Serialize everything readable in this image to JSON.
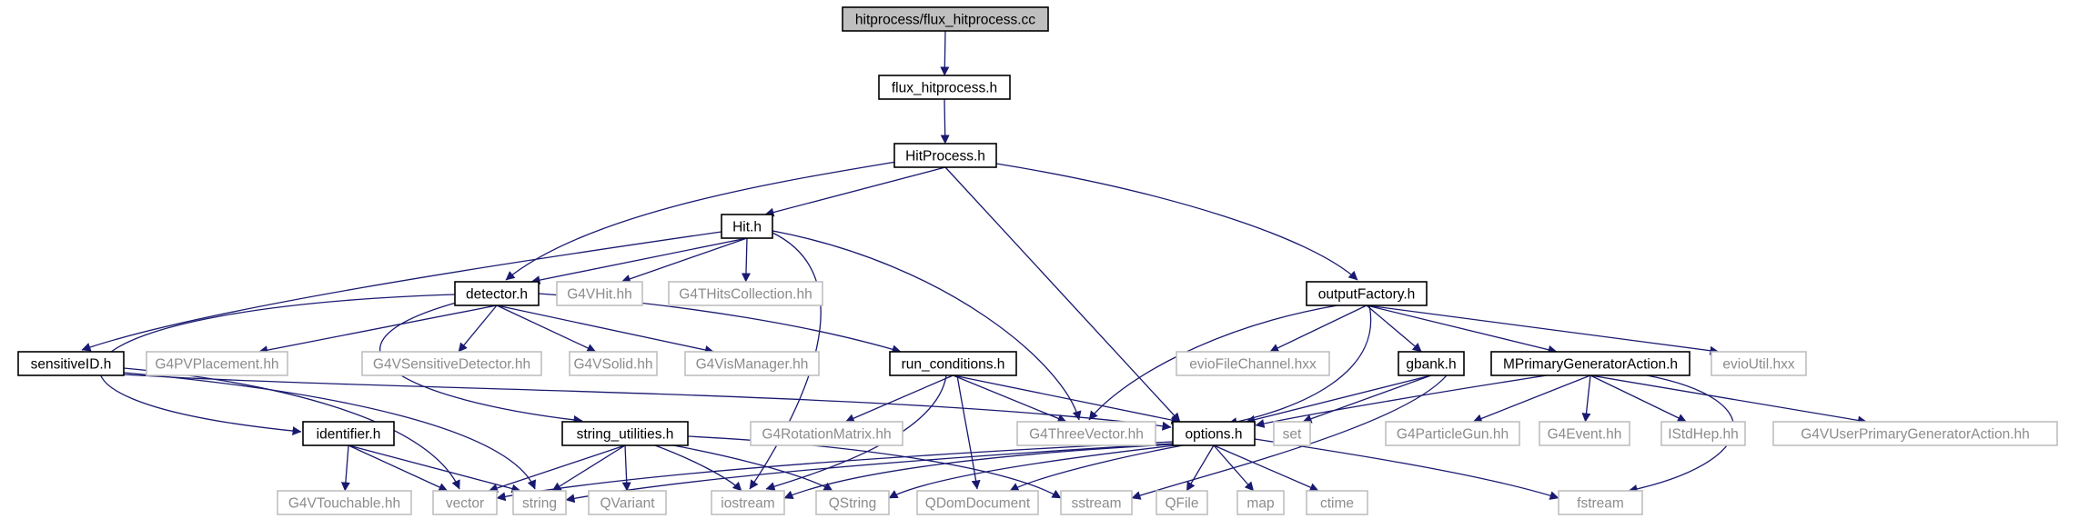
{
  "diagram": {
    "type": "include-dependency-graph",
    "colors": {
      "edge": "#191970",
      "root_fill": "#bfbfbf",
      "local_border": "#000000",
      "external_border": "#bfbfbf",
      "external_text": "#8c8c8c"
    },
    "nodes": [
      {
        "id": "root",
        "label": "hitprocess/flux_hitprocess.cc",
        "kind": "root"
      },
      {
        "id": "flux_hitprocess_h",
        "label": "flux_hitprocess.h",
        "kind": "local"
      },
      {
        "id": "HitProcess_h",
        "label": "HitProcess.h",
        "kind": "local"
      },
      {
        "id": "Hit_h",
        "label": "Hit.h",
        "kind": "local"
      },
      {
        "id": "outputFactory_h",
        "label": "outputFactory.h",
        "kind": "local"
      },
      {
        "id": "detector_h",
        "label": "detector.h",
        "kind": "local"
      },
      {
        "id": "G4VHit_hh",
        "label": "G4VHit.hh",
        "kind": "external"
      },
      {
        "id": "G4THitsCollection_hh",
        "label": "G4THitsCollection.hh",
        "kind": "external"
      },
      {
        "id": "sensitiveID_h",
        "label": "sensitiveID.h",
        "kind": "local"
      },
      {
        "id": "G4PVPlacement_hh",
        "label": "G4PVPlacement.hh",
        "kind": "external"
      },
      {
        "id": "G4VSensitiveDetector_hh",
        "label": "G4VSensitiveDetector.hh",
        "kind": "external"
      },
      {
        "id": "G4VSolid_hh",
        "label": "G4VSolid.hh",
        "kind": "external"
      },
      {
        "id": "G4VisManager_hh",
        "label": "G4VisManager.hh",
        "kind": "external"
      },
      {
        "id": "run_conditions_h",
        "label": "run_conditions.h",
        "kind": "local"
      },
      {
        "id": "evioFileChannel_hxx",
        "label": "evioFileChannel.hxx",
        "kind": "external"
      },
      {
        "id": "gbank_h",
        "label": "gbank.h",
        "kind": "local"
      },
      {
        "id": "MPrimaryGeneratorAction_h",
        "label": "MPrimaryGeneratorAction.h",
        "kind": "local"
      },
      {
        "id": "evioUtil_hxx",
        "label": "evioUtil.hxx",
        "kind": "external"
      },
      {
        "id": "identifier_h",
        "label": "identifier.h",
        "kind": "local"
      },
      {
        "id": "string_utilities_h",
        "label": "string_utilities.h",
        "kind": "local"
      },
      {
        "id": "G4RotationMatrix_hh",
        "label": "G4RotationMatrix.hh",
        "kind": "external"
      },
      {
        "id": "G4ThreeVector_hh",
        "label": "G4ThreeVector.hh",
        "kind": "external"
      },
      {
        "id": "options_h",
        "label": "options.h",
        "kind": "local"
      },
      {
        "id": "set",
        "label": "set",
        "kind": "external"
      },
      {
        "id": "G4ParticleGun_hh",
        "label": "G4ParticleGun.hh",
        "kind": "external"
      },
      {
        "id": "G4Event_hh",
        "label": "G4Event.hh",
        "kind": "external"
      },
      {
        "id": "IStdHep_hh",
        "label": "IStdHep.hh",
        "kind": "external"
      },
      {
        "id": "G4VUserPrimaryGeneratorAction_hh",
        "label": "G4VUserPrimaryGeneratorAction.hh",
        "kind": "external"
      },
      {
        "id": "G4VTouchable_hh",
        "label": "G4VTouchable.hh",
        "kind": "external"
      },
      {
        "id": "vector",
        "label": "vector",
        "kind": "external"
      },
      {
        "id": "string",
        "label": "string",
        "kind": "external"
      },
      {
        "id": "QVariant",
        "label": "QVariant",
        "kind": "external"
      },
      {
        "id": "iostream",
        "label": "iostream",
        "kind": "external"
      },
      {
        "id": "QString",
        "label": "QString",
        "kind": "external"
      },
      {
        "id": "QDomDocument",
        "label": "QDomDocument",
        "kind": "external"
      },
      {
        "id": "sstream",
        "label": "sstream",
        "kind": "external"
      },
      {
        "id": "QFile",
        "label": "QFile",
        "kind": "external"
      },
      {
        "id": "map",
        "label": "map",
        "kind": "external"
      },
      {
        "id": "ctime",
        "label": "ctime",
        "kind": "external"
      },
      {
        "id": "fstream",
        "label": "fstream",
        "kind": "external"
      }
    ],
    "edges": [
      [
        "root",
        "flux_hitprocess_h"
      ],
      [
        "flux_hitprocess_h",
        "HitProcess_h"
      ],
      [
        "HitProcess_h",
        "Hit_h"
      ],
      [
        "HitProcess_h",
        "detector_h"
      ],
      [
        "HitProcess_h",
        "outputFactory_h"
      ],
      [
        "HitProcess_h",
        "options_h"
      ],
      [
        "Hit_h",
        "detector_h"
      ],
      [
        "Hit_h",
        "G4VHit_hh"
      ],
      [
        "Hit_h",
        "G4THitsCollection_hh"
      ],
      [
        "Hit_h",
        "sensitiveID_h"
      ],
      [
        "Hit_h",
        "G4ThreeVector_hh"
      ],
      [
        "Hit_h",
        "iostream"
      ],
      [
        "detector_h",
        "G4PVPlacement_hh"
      ],
      [
        "detector_h",
        "G4VSensitiveDetector_hh"
      ],
      [
        "detector_h",
        "G4VSolid_hh"
      ],
      [
        "detector_h",
        "G4VisManager_hh"
      ],
      [
        "detector_h",
        "run_conditions_h"
      ],
      [
        "detector_h",
        "identifier_h"
      ],
      [
        "detector_h",
        "string_utilities_h"
      ],
      [
        "sensitiveID_h",
        "options_h"
      ],
      [
        "sensitiveID_h",
        "vector"
      ],
      [
        "sensitiveID_h",
        "string"
      ],
      [
        "run_conditions_h",
        "G4RotationMatrix_hh"
      ],
      [
        "run_conditions_h",
        "G4ThreeVector_hh"
      ],
      [
        "run_conditions_h",
        "options_h"
      ],
      [
        "run_conditions_h",
        "QDomDocument"
      ],
      [
        "run_conditions_h",
        "iostream"
      ],
      [
        "outputFactory_h",
        "evioFileChannel_hxx"
      ],
      [
        "outputFactory_h",
        "gbank_h"
      ],
      [
        "outputFactory_h",
        "MPrimaryGeneratorAction_h"
      ],
      [
        "outputFactory_h",
        "evioUtil_hxx"
      ],
      [
        "outputFactory_h",
        "G4ThreeVector_hh"
      ],
      [
        "outputFactory_h",
        "options_h"
      ],
      [
        "gbank_h",
        "options_h"
      ],
      [
        "gbank_h",
        "set"
      ],
      [
        "gbank_h",
        "sstream"
      ],
      [
        "MPrimaryGeneratorAction_h",
        "options_h"
      ],
      [
        "MPrimaryGeneratorAction_h",
        "G4ParticleGun_hh"
      ],
      [
        "MPrimaryGeneratorAction_h",
        "G4Event_hh"
      ],
      [
        "MPrimaryGeneratorAction_h",
        "IStdHep_hh"
      ],
      [
        "MPrimaryGeneratorAction_h",
        "G4VUserPrimaryGeneratorAction_hh"
      ],
      [
        "MPrimaryGeneratorAction_h",
        "fstream"
      ],
      [
        "identifier_h",
        "G4VTouchable_hh"
      ],
      [
        "identifier_h",
        "vector"
      ],
      [
        "identifier_h",
        "string"
      ],
      [
        "string_utilities_h",
        "vector"
      ],
      [
        "string_utilities_h",
        "string"
      ],
      [
        "string_utilities_h",
        "QVariant"
      ],
      [
        "string_utilities_h",
        "iostream"
      ],
      [
        "string_utilities_h",
        "QString"
      ],
      [
        "string_utilities_h",
        "sstream"
      ],
      [
        "options_h",
        "vector"
      ],
      [
        "options_h",
        "string"
      ],
      [
        "options_h",
        "iostream"
      ],
      [
        "options_h",
        "QString"
      ],
      [
        "options_h",
        "QDomDocument"
      ],
      [
        "options_h",
        "QFile"
      ],
      [
        "options_h",
        "map"
      ],
      [
        "options_h",
        "ctime"
      ],
      [
        "options_h",
        "fstream"
      ]
    ]
  }
}
